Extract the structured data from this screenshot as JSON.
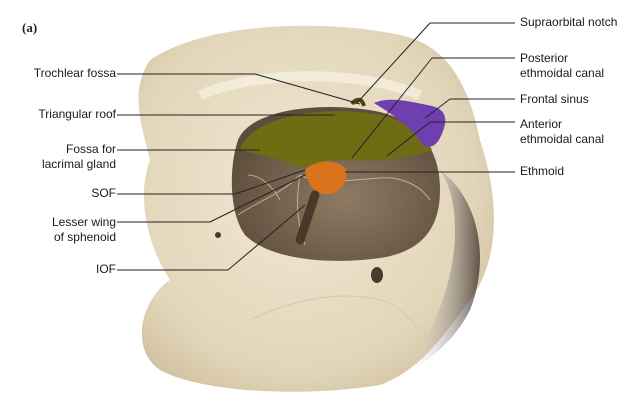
{
  "figure": {
    "panel_label": "(a)"
  },
  "labels": {
    "left": [
      {
        "id": "trochlear-fossa",
        "text": "Trochlear fossa"
      },
      {
        "id": "triangular-roof",
        "text": "Triangular roof"
      },
      {
        "id": "fossa-lacrimal-1",
        "text": "Fossa for"
      },
      {
        "id": "fossa-lacrimal-2",
        "text": "lacrimal gland"
      },
      {
        "id": "sof",
        "text": "SOF"
      },
      {
        "id": "lesser-wing-1",
        "text": "Lesser wing"
      },
      {
        "id": "lesser-wing-2",
        "text": "of sphenoid"
      },
      {
        "id": "iof",
        "text": "IOF"
      }
    ],
    "right": [
      {
        "id": "supraorbital-notch",
        "text": "Supraorbital notch"
      },
      {
        "id": "posterior-ethmoidal-1",
        "text": "Posterior"
      },
      {
        "id": "posterior-ethmoidal-2",
        "text": "ethmoidal canal"
      },
      {
        "id": "frontal-sinus",
        "text": "Frontal sinus"
      },
      {
        "id": "anterior-ethmoidal-1",
        "text": "Anterior"
      },
      {
        "id": "anterior-ethmoidal-2",
        "text": "ethmoidal canal"
      },
      {
        "id": "ethmoid",
        "text": "Ethmoid"
      }
    ]
  },
  "colors": {
    "bone": "#e8ddc6",
    "bone_shadow": "#b9a98a",
    "orbit_roof": "#6f6d14",
    "orbit_floor": "#7d6a55",
    "sof_orange": "#d9741d",
    "frontal_sinus": "#6f3fb0",
    "leader_line": "#222222"
  }
}
